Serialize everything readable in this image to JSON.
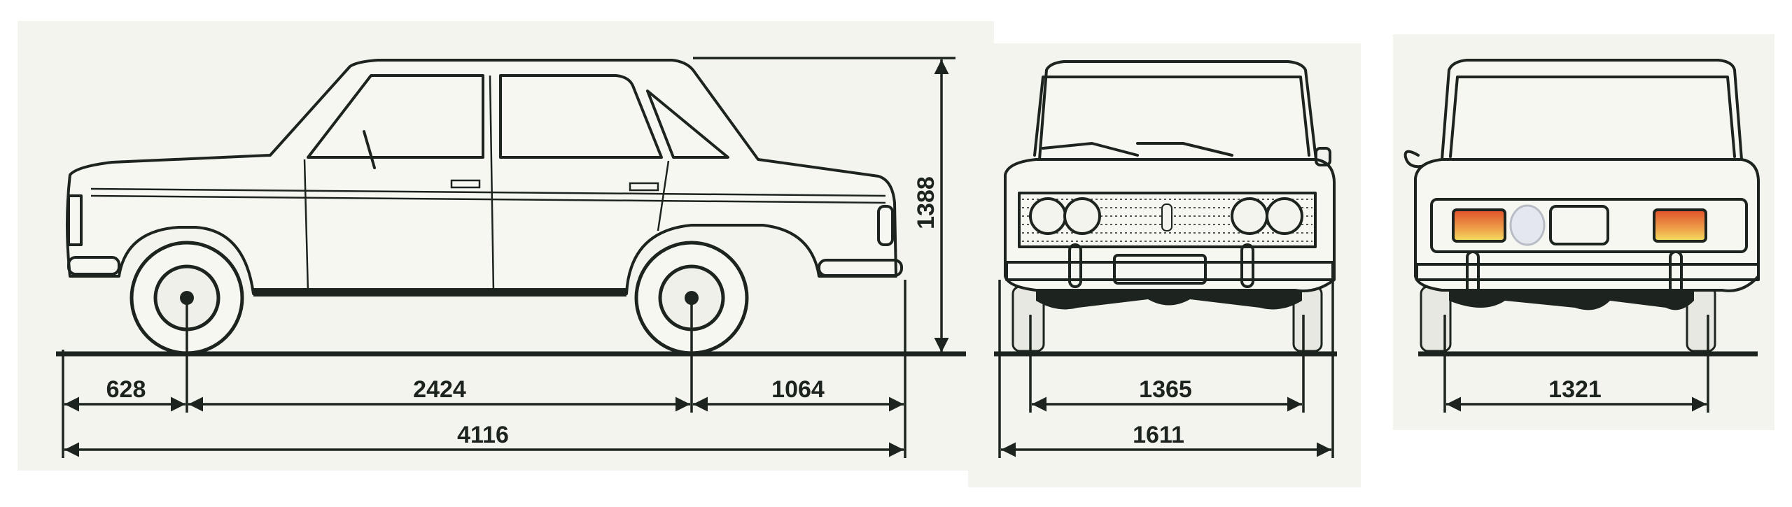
{
  "side_view": {
    "dimensions": {
      "front_overhang": "628",
      "wheelbase": "2424",
      "rear_overhang": "1064",
      "overall_length": "4116",
      "height": "1388"
    }
  },
  "front_view": {
    "dimensions": {
      "front_track": "1365",
      "overall_width": "1611"
    }
  },
  "rear_view": {
    "dimensions": {
      "rear_track": "1321"
    }
  },
  "colors": {
    "line": "#1d241f",
    "paper": "#f4f4ee",
    "hood_tint": "#dff0e6",
    "tail_light": "#e88a3c"
  }
}
